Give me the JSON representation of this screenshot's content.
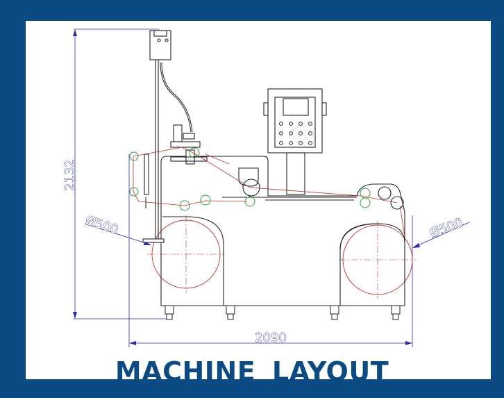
{
  "title": "MACHINE  LAYOUT",
  "dimensions": {
    "height": "2132",
    "width": "2090",
    "left_roll_diameter": "Ø500",
    "right_roll_diameter": "Ø500"
  },
  "colors": {
    "frame": "#0b4a82",
    "line": "#222222",
    "dimension": "#2a2ab0",
    "web_path": "#c03030",
    "roller_green": "#2e9e3e"
  }
}
